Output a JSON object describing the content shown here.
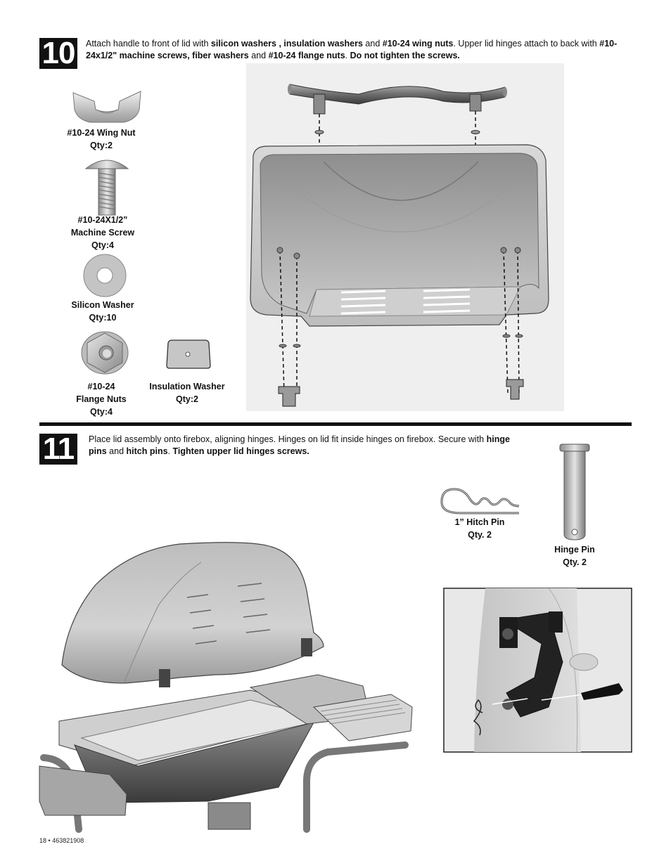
{
  "step10": {
    "number": "10",
    "text": {
      "p1": "Attach handle to front of lid with ",
      "b1": "silicon washers , insulation washers",
      "p2": " and ",
      "b2": "#10-24 wing nuts",
      "p3": ". Upper lid hinges attach to back with ",
      "b3": "#10-24x1/2\" machine screws, fiber washers",
      "p4": " and ",
      "b4": "#10-24 flange nuts",
      "p5": ". ",
      "b5": "Do not tighten the screws."
    },
    "parts": [
      {
        "name": "#10-24 Wing Nut",
        "qty": "Qty:2"
      },
      {
        "name_l1": "#10-24X1/2”",
        "name_l2": "Machine Screw",
        "qty": "Qty:4"
      },
      {
        "name": "Silicon Washer",
        "qty": "Qty:10"
      },
      {
        "name_l1": "#10-24",
        "name_l2": "Flange Nuts",
        "qty": "Qty:4"
      },
      {
        "name": "Insulation Washer",
        "qty": "Qty:2"
      }
    ]
  },
  "step11": {
    "number": "11",
    "text": {
      "p1": "Place lid assembly onto firebox, aligning hinges. Hinges on lid fit inside hinges on firebox. Secure with ",
      "b1": "hinge pins",
      "p2": " and ",
      "b2": "hitch pins",
      "p3": ". ",
      "b3": "Tighten upper lid hinges screws."
    },
    "parts": [
      {
        "name": "1” Hitch Pin",
        "qty": "Qty. 2"
      },
      {
        "name": "Hinge Pin",
        "qty": "Qty. 2"
      }
    ]
  },
  "footer": {
    "page": "18",
    "sep": "•",
    "doc": "463821908"
  }
}
